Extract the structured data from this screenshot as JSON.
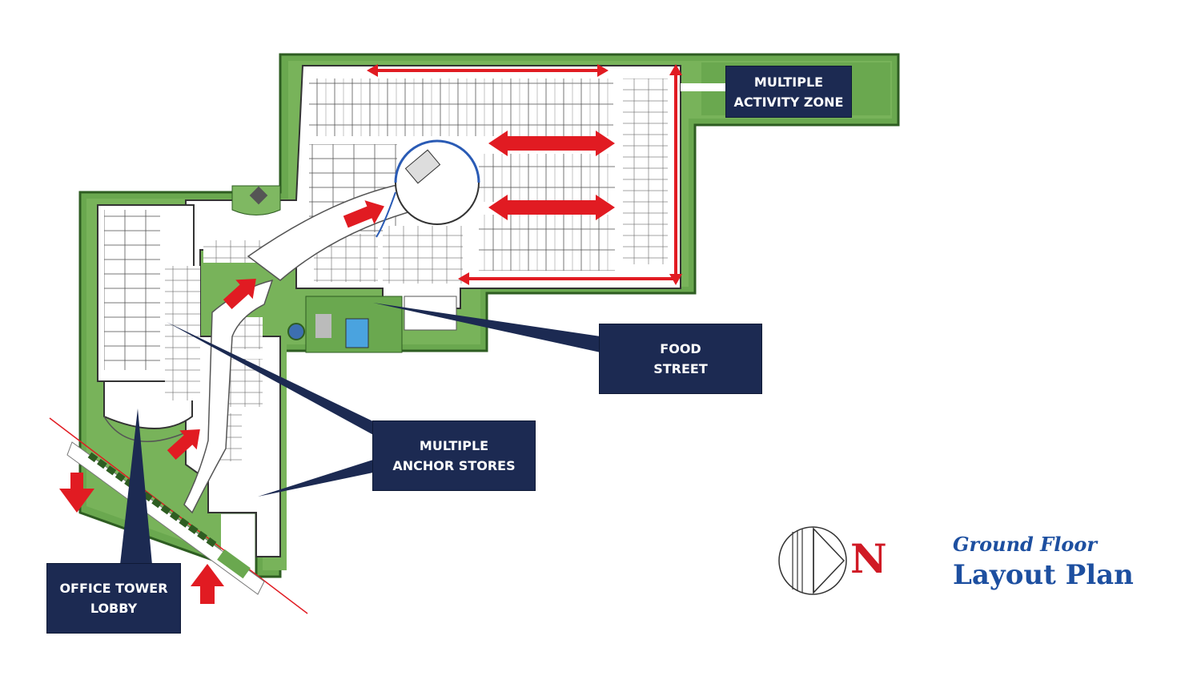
{
  "callouts": {
    "activity_zone": [
      "MULTIPLE",
      "ACTIVITY ZONE"
    ],
    "food_street": [
      "FOOD",
      "STREET"
    ],
    "anchor_stores": [
      "MULTIPLE",
      "ANCHOR STORES"
    ],
    "office_lobby": [
      "OFFICE TOWER",
      "LOBBY"
    ]
  },
  "title": {
    "line1": "Ground Floor",
    "line2": "Layout Plan"
  },
  "north": {
    "letter": "N"
  },
  "colors": {
    "callout_bg": "#1c2a52",
    "title": "#1d4fa0",
    "arrow": "#e11b22",
    "green": "#6aa84f",
    "wall": "#333333"
  }
}
